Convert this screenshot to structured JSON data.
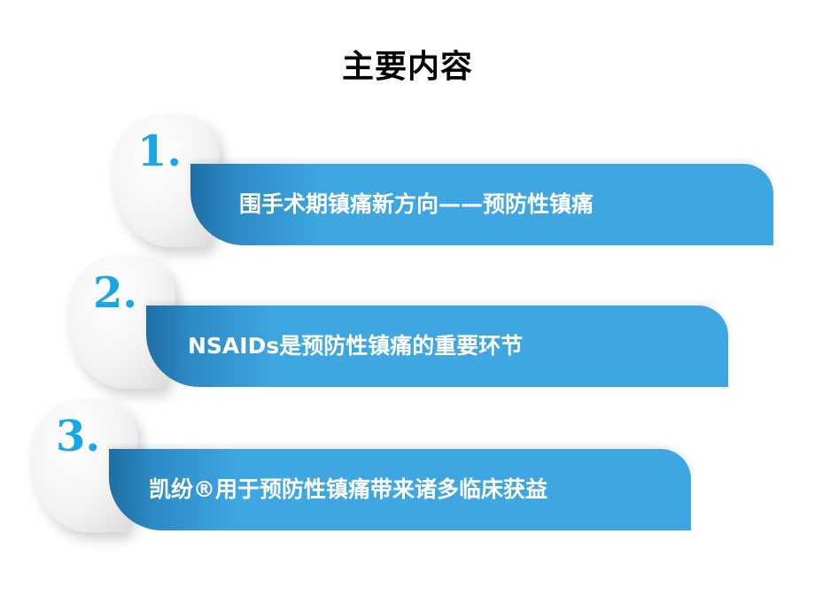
{
  "slide": {
    "title": "主要内容",
    "accent_color": "#3ea6e0",
    "number_color": "#1aa6e6",
    "items": [
      {
        "number": "1.",
        "label": "围手术期镇痛新方向——预防性镇痛"
      },
      {
        "number": "2.",
        "label": "NSAIDs是预防性镇痛的重要环节"
      },
      {
        "number": "3.",
        "label": "凯纷®用于预防性镇痛带来诸多临床获益"
      }
    ]
  }
}
